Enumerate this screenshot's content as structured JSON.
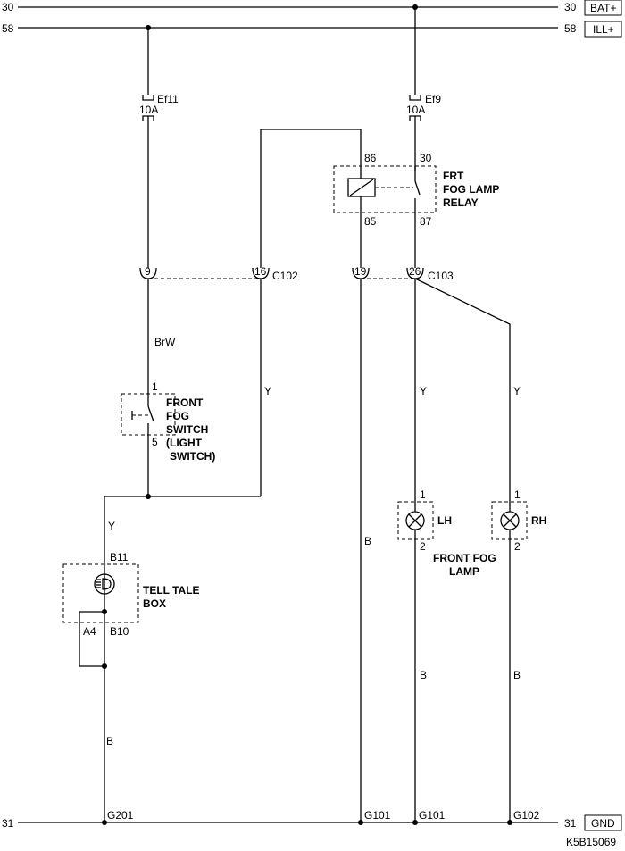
{
  "rails": {
    "bat": {
      "left_num": "30",
      "right_num": "30",
      "tag": "BAT+"
    },
    "ill": {
      "left_num": "58",
      "right_num": "58",
      "tag": "ILL+"
    },
    "gnd": {
      "left_num": "31",
      "right_num": "31",
      "tag": "GND"
    }
  },
  "fuses": {
    "ef11": {
      "name": "Ef11",
      "rating": "10A"
    },
    "ef9": {
      "name": "Ef9",
      "rating": "10A"
    }
  },
  "relay": {
    "title": [
      "FRT",
      "FOG LAMP",
      "RELAY"
    ],
    "pins": {
      "p86": "86",
      "p30": "30",
      "p85": "85",
      "p87": "87"
    }
  },
  "connectors": {
    "c102": {
      "name": "C102",
      "pins": [
        "9",
        "16"
      ]
    },
    "c103": {
      "name": "C103",
      "pins": [
        "19",
        "26"
      ]
    }
  },
  "wires": {
    "brw": "BrW",
    "y1": "Y",
    "y2": "Y",
    "y3": "Y",
    "y4": "Y",
    "b1": "B",
    "b2": "B",
    "b3": "B",
    "b4": "B"
  },
  "switch": {
    "title": [
      "FRONT",
      "FOG",
      "SWITCH",
      "(LIGHT",
      "SWITCH)"
    ],
    "pin_top": "1",
    "pin_bottom": "5"
  },
  "tell_tale": {
    "title": [
      "TELL TALE",
      "BOX"
    ],
    "pin_top": "B11",
    "pin_bottom": "B10",
    "bypass": "A4"
  },
  "fog_lamps": {
    "title": [
      "FRONT FOG",
      "LAMP"
    ],
    "lh": {
      "name": "LH",
      "pin_top": "1",
      "pin_bottom": "2"
    },
    "rh": {
      "name": "RH",
      "pin_top": "1",
      "pin_bottom": "2"
    }
  },
  "grounds": [
    "G201",
    "G101",
    "G101",
    "G102"
  ],
  "diagram_code": "K5B15069"
}
